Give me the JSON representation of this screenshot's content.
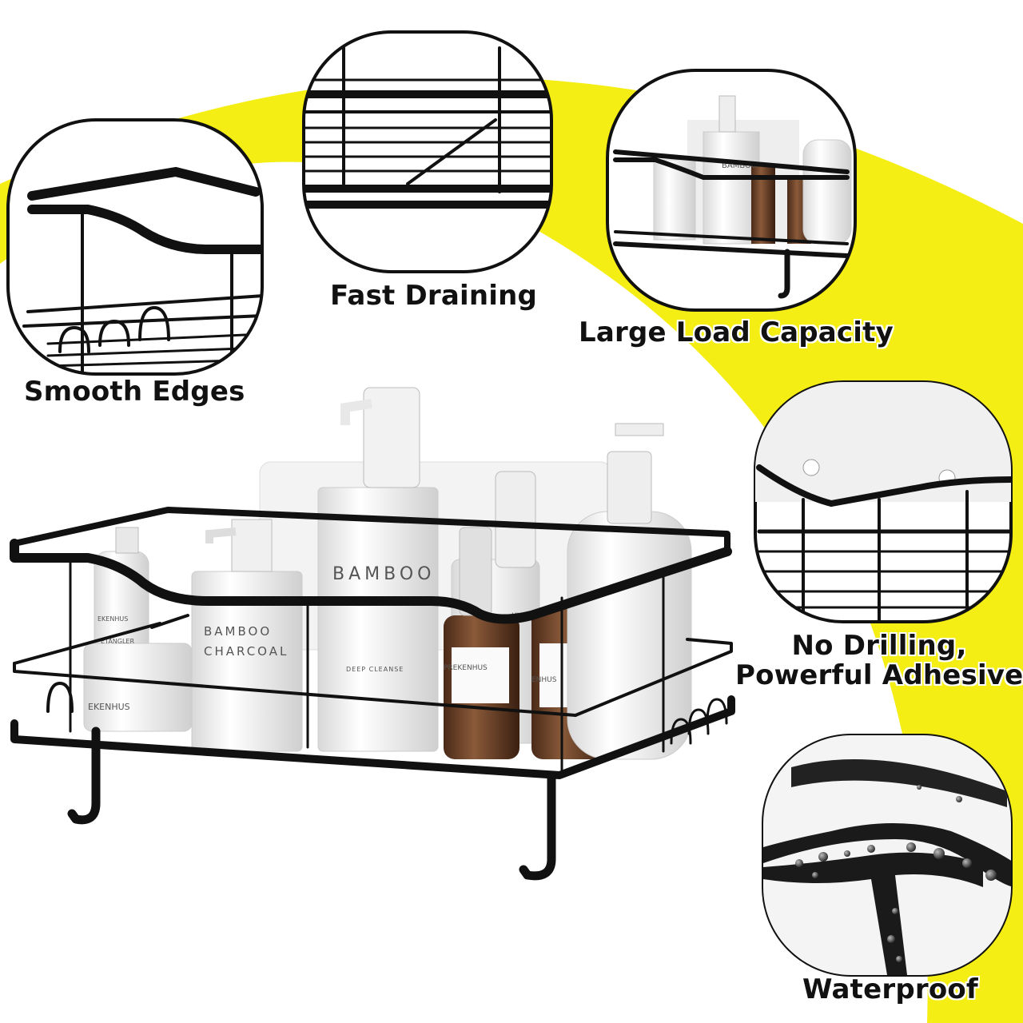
{
  "features": {
    "smooth_edges": "Smooth Edges",
    "fast_draining": "Fast Draining",
    "large_load": "Large Load Capacity",
    "no_drilling_line1": "No Drilling,",
    "no_drilling_line2": "Powerful Adhesive",
    "waterproof": "Waterproof"
  },
  "product_labels": {
    "bamboo": "BAMBOO",
    "bamboo_charcoal_1": "BAMBOO",
    "bamboo_charcoal_2": "CHARCOAL",
    "deep_cleanse": "DEEP CLEANSE",
    "brand_1": "EKENHUS",
    "brand_2": "PREKENHUS",
    "brand_3": "ENHUS",
    "brand_4": "EKENHUS",
    "brand_5": "HUS",
    "detangler": "ETANGLER"
  },
  "colors": {
    "accent_yellow": "#f4ee14",
    "metal_black": "#111111",
    "background": "#ffffff"
  }
}
